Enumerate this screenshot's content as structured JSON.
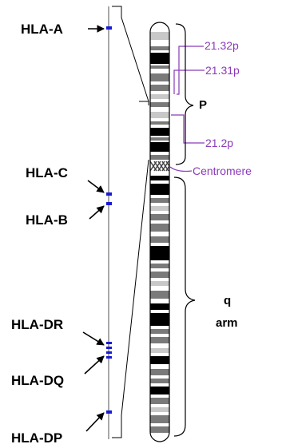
{
  "genes": [
    {
      "label": "HLA-A",
      "icon": "arrow-right-icon"
    },
    {
      "label": "HLA-C",
      "icon": "arrow-down-right-icon"
    },
    {
      "label": "HLA-B",
      "icon": "arrow-up-right-icon"
    },
    {
      "label": "HLA-DR",
      "icon": "arrow-down-right-icon"
    },
    {
      "label": "HLA-DQ",
      "icon": "arrow-up-right-icon"
    },
    {
      "label": "HLA-DP",
      "icon": "arrow-up-right-icon"
    }
  ],
  "bands": [
    {
      "label": "21.32p"
    },
    {
      "label": "21.31p"
    },
    {
      "label": "21.2p"
    },
    {
      "label": "Centromere"
    }
  ],
  "arms": {
    "p": "P",
    "q_line1": "q",
    "q_line2": "arm"
  },
  "colors": {
    "annotation": "#8a3ab9",
    "gene_mark": "#1a1ad6",
    "line": "#000000",
    "band_dark": "#000000",
    "band_gray": "#7a7a7a",
    "band_light": "#c8c8c8",
    "chromosome_bg": "#ffffff"
  }
}
